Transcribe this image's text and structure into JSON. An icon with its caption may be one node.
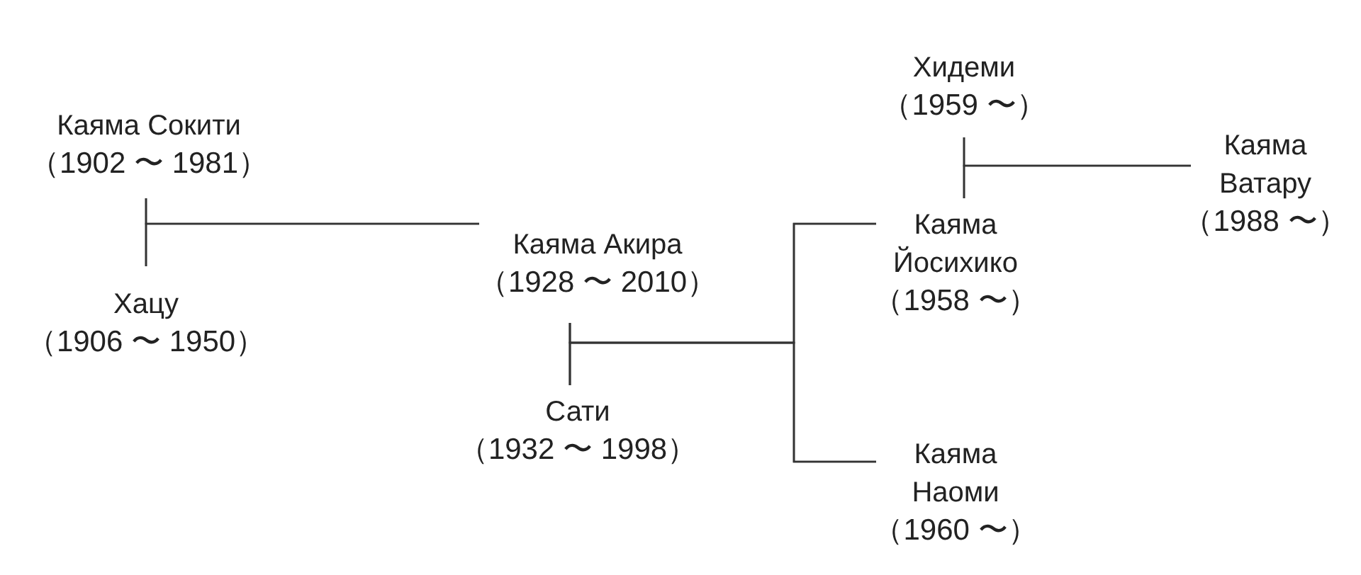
{
  "diagram": {
    "nodes": [
      {
        "text": [
          "Каяма Сокити",
          "（1902 〜 1981）"
        ]
      },
      {
        "text": [
          "Хацу",
          "（1906 〜 1950）"
        ]
      },
      {
        "text": [
          "Каяма Акира",
          "（1928 〜 2010）"
        ]
      },
      {
        "text": [
          "Сати",
          "（1932 〜 1998）"
        ]
      },
      {
        "text": [
          "Хидеми",
          "（1959 〜）"
        ]
      },
      {
        "text": [
          "Каяма Йосихико",
          "（1958 〜）"
        ]
      },
      {
        "text": [
          "Каяма Ватару",
          "（1988 〜）"
        ]
      },
      {
        "text": [
          "Каяма Наоми",
          "（1960 〜）"
        ]
      }
    ],
    "edges": [
      {
        "from": 0,
        "to": 1,
        "arrow": "none"
      },
      {
        "from": 0,
        "to": 2,
        "arrow": "none"
      },
      {
        "from": 1,
        "to": 2,
        "arrow": "none"
      },
      {
        "from": 2,
        "to": 3,
        "arrow": "none"
      },
      {
        "from": 2,
        "to": 5,
        "arrow": "none"
      },
      {
        "from": 3,
        "to": 5,
        "arrow": "none"
      },
      {
        "from": 2,
        "to": 7,
        "arrow": "none"
      },
      {
        "from": 3,
        "to": 7,
        "arrow": "none"
      },
      {
        "from": 4,
        "to": 5,
        "arrow": "none"
      },
      {
        "from": 4,
        "to": 6,
        "arrow": "none"
      },
      {
        "from": 5,
        "to": 6,
        "arrow": "none"
      }
    ]
  }
}
